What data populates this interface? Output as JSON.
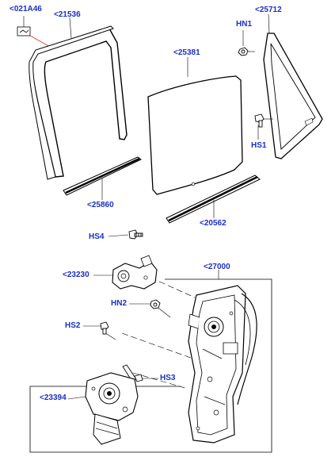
{
  "colors": {
    "callout_text": "#1a2fc8",
    "line": "#000000",
    "part_fill": "#ffffff"
  },
  "callouts": {
    "c021A46": "<021A46",
    "c21536": "<21536",
    "c25712": "<25712",
    "cHN1": "HN1",
    "c25381": "<25381",
    "cHS1": "HS1",
    "c25860": "<25860",
    "c20562": "<20562",
    "cHS4": "HS4",
    "c27000": "<27000",
    "c23230": "<23230",
    "cHN2": "HN2",
    "cHS2": "HS2",
    "cHS3": "HS3",
    "c23394": "<23394"
  }
}
